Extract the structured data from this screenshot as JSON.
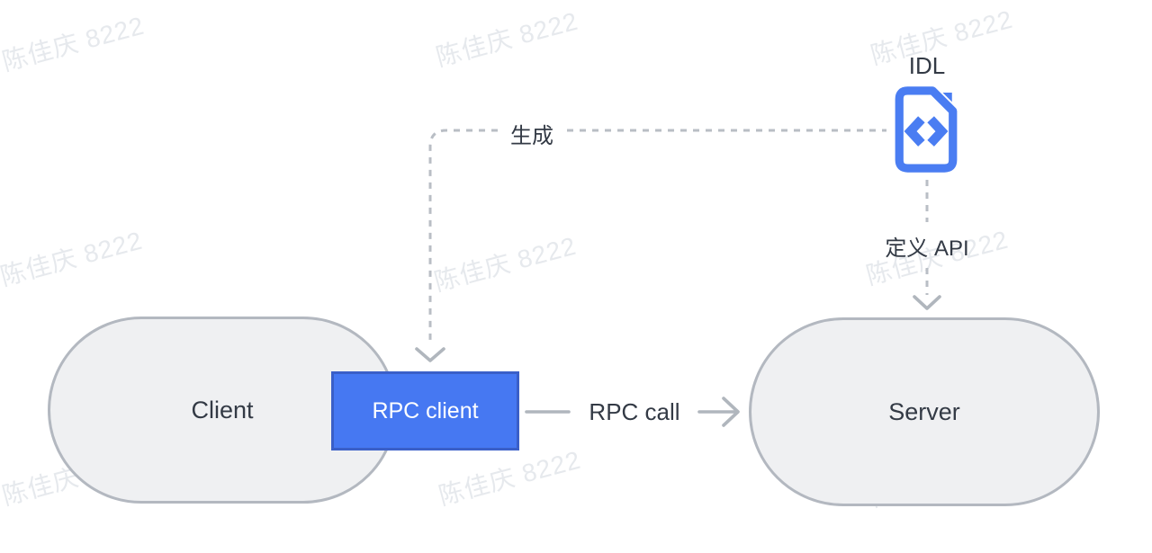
{
  "watermark": {
    "text": "陈佳庆 8222"
  },
  "nodes": {
    "client": {
      "label": "Client",
      "shape": "stadium"
    },
    "server": {
      "label": "Server",
      "shape": "stadium"
    },
    "rpc_client": {
      "label": "RPC client",
      "shape": "rectangle"
    },
    "idl": {
      "label": "IDL",
      "icon": "code-file-icon"
    }
  },
  "edges": {
    "generate": {
      "label": "生成",
      "from": "IDL",
      "to": "RPC client",
      "style": "dashed"
    },
    "define_api": {
      "label": "定义 API",
      "from": "IDL",
      "to": "Server",
      "style": "dashed"
    },
    "rpc_call": {
      "label": "RPC call",
      "from": "RPC client",
      "to": "Server",
      "style": "solid"
    }
  },
  "colors": {
    "accent_blue": "#4678f2",
    "accent_blue_border": "#3a5fc8",
    "icon_blue": "#4a7df2",
    "node_fill": "#eff0f2",
    "node_border": "#b3b8c0",
    "connector_gray": "#b9bec5",
    "text_dark": "#333a45",
    "watermark_gray": "#eef0f3"
  }
}
